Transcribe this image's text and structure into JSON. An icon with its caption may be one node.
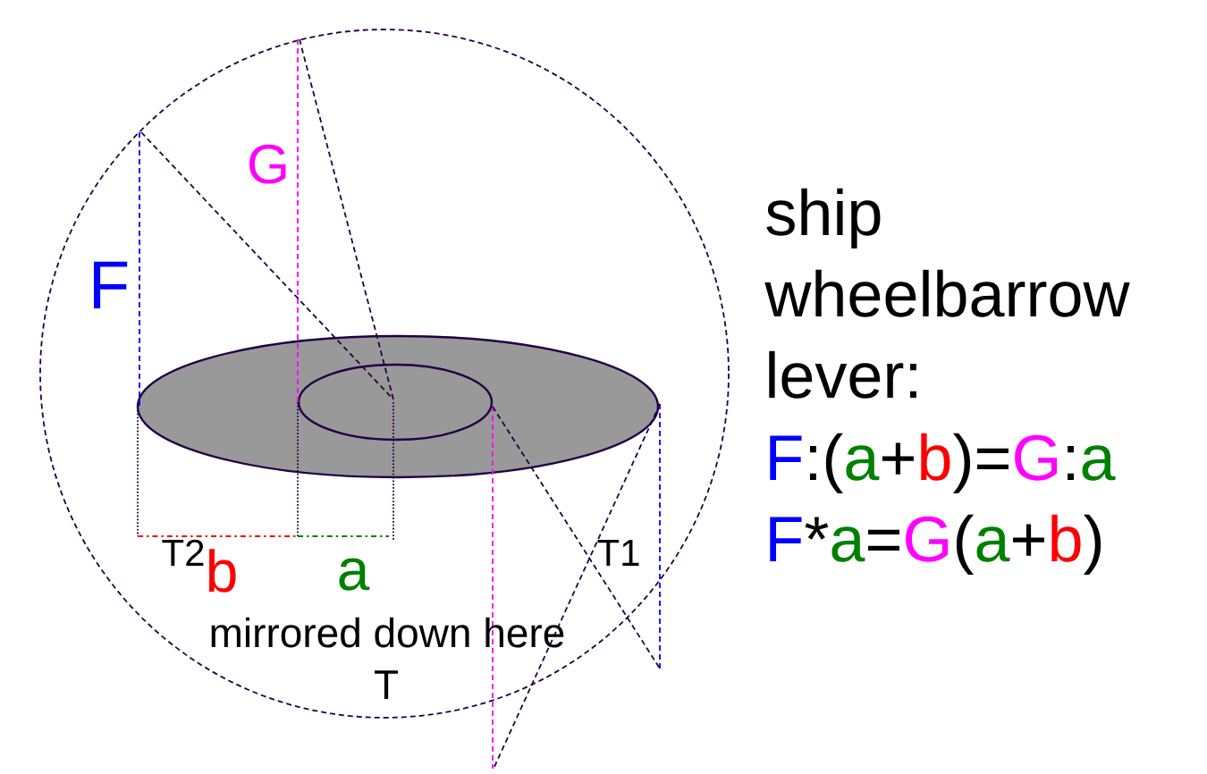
{
  "diagram": {
    "labels": [
      "G",
      "F",
      "T2",
      "b",
      "a",
      "T1",
      "mirrored down here",
      "T",
      "ship",
      "wheelbarrow",
      "lever:",
      "F",
      ":(",
      "a",
      "+",
      "b",
      ")=",
      "G",
      ":",
      "a",
      "F",
      "*",
      "a",
      "=",
      "G",
      "(",
      "a",
      "+",
      "b",
      ")"
    ]
  }
}
